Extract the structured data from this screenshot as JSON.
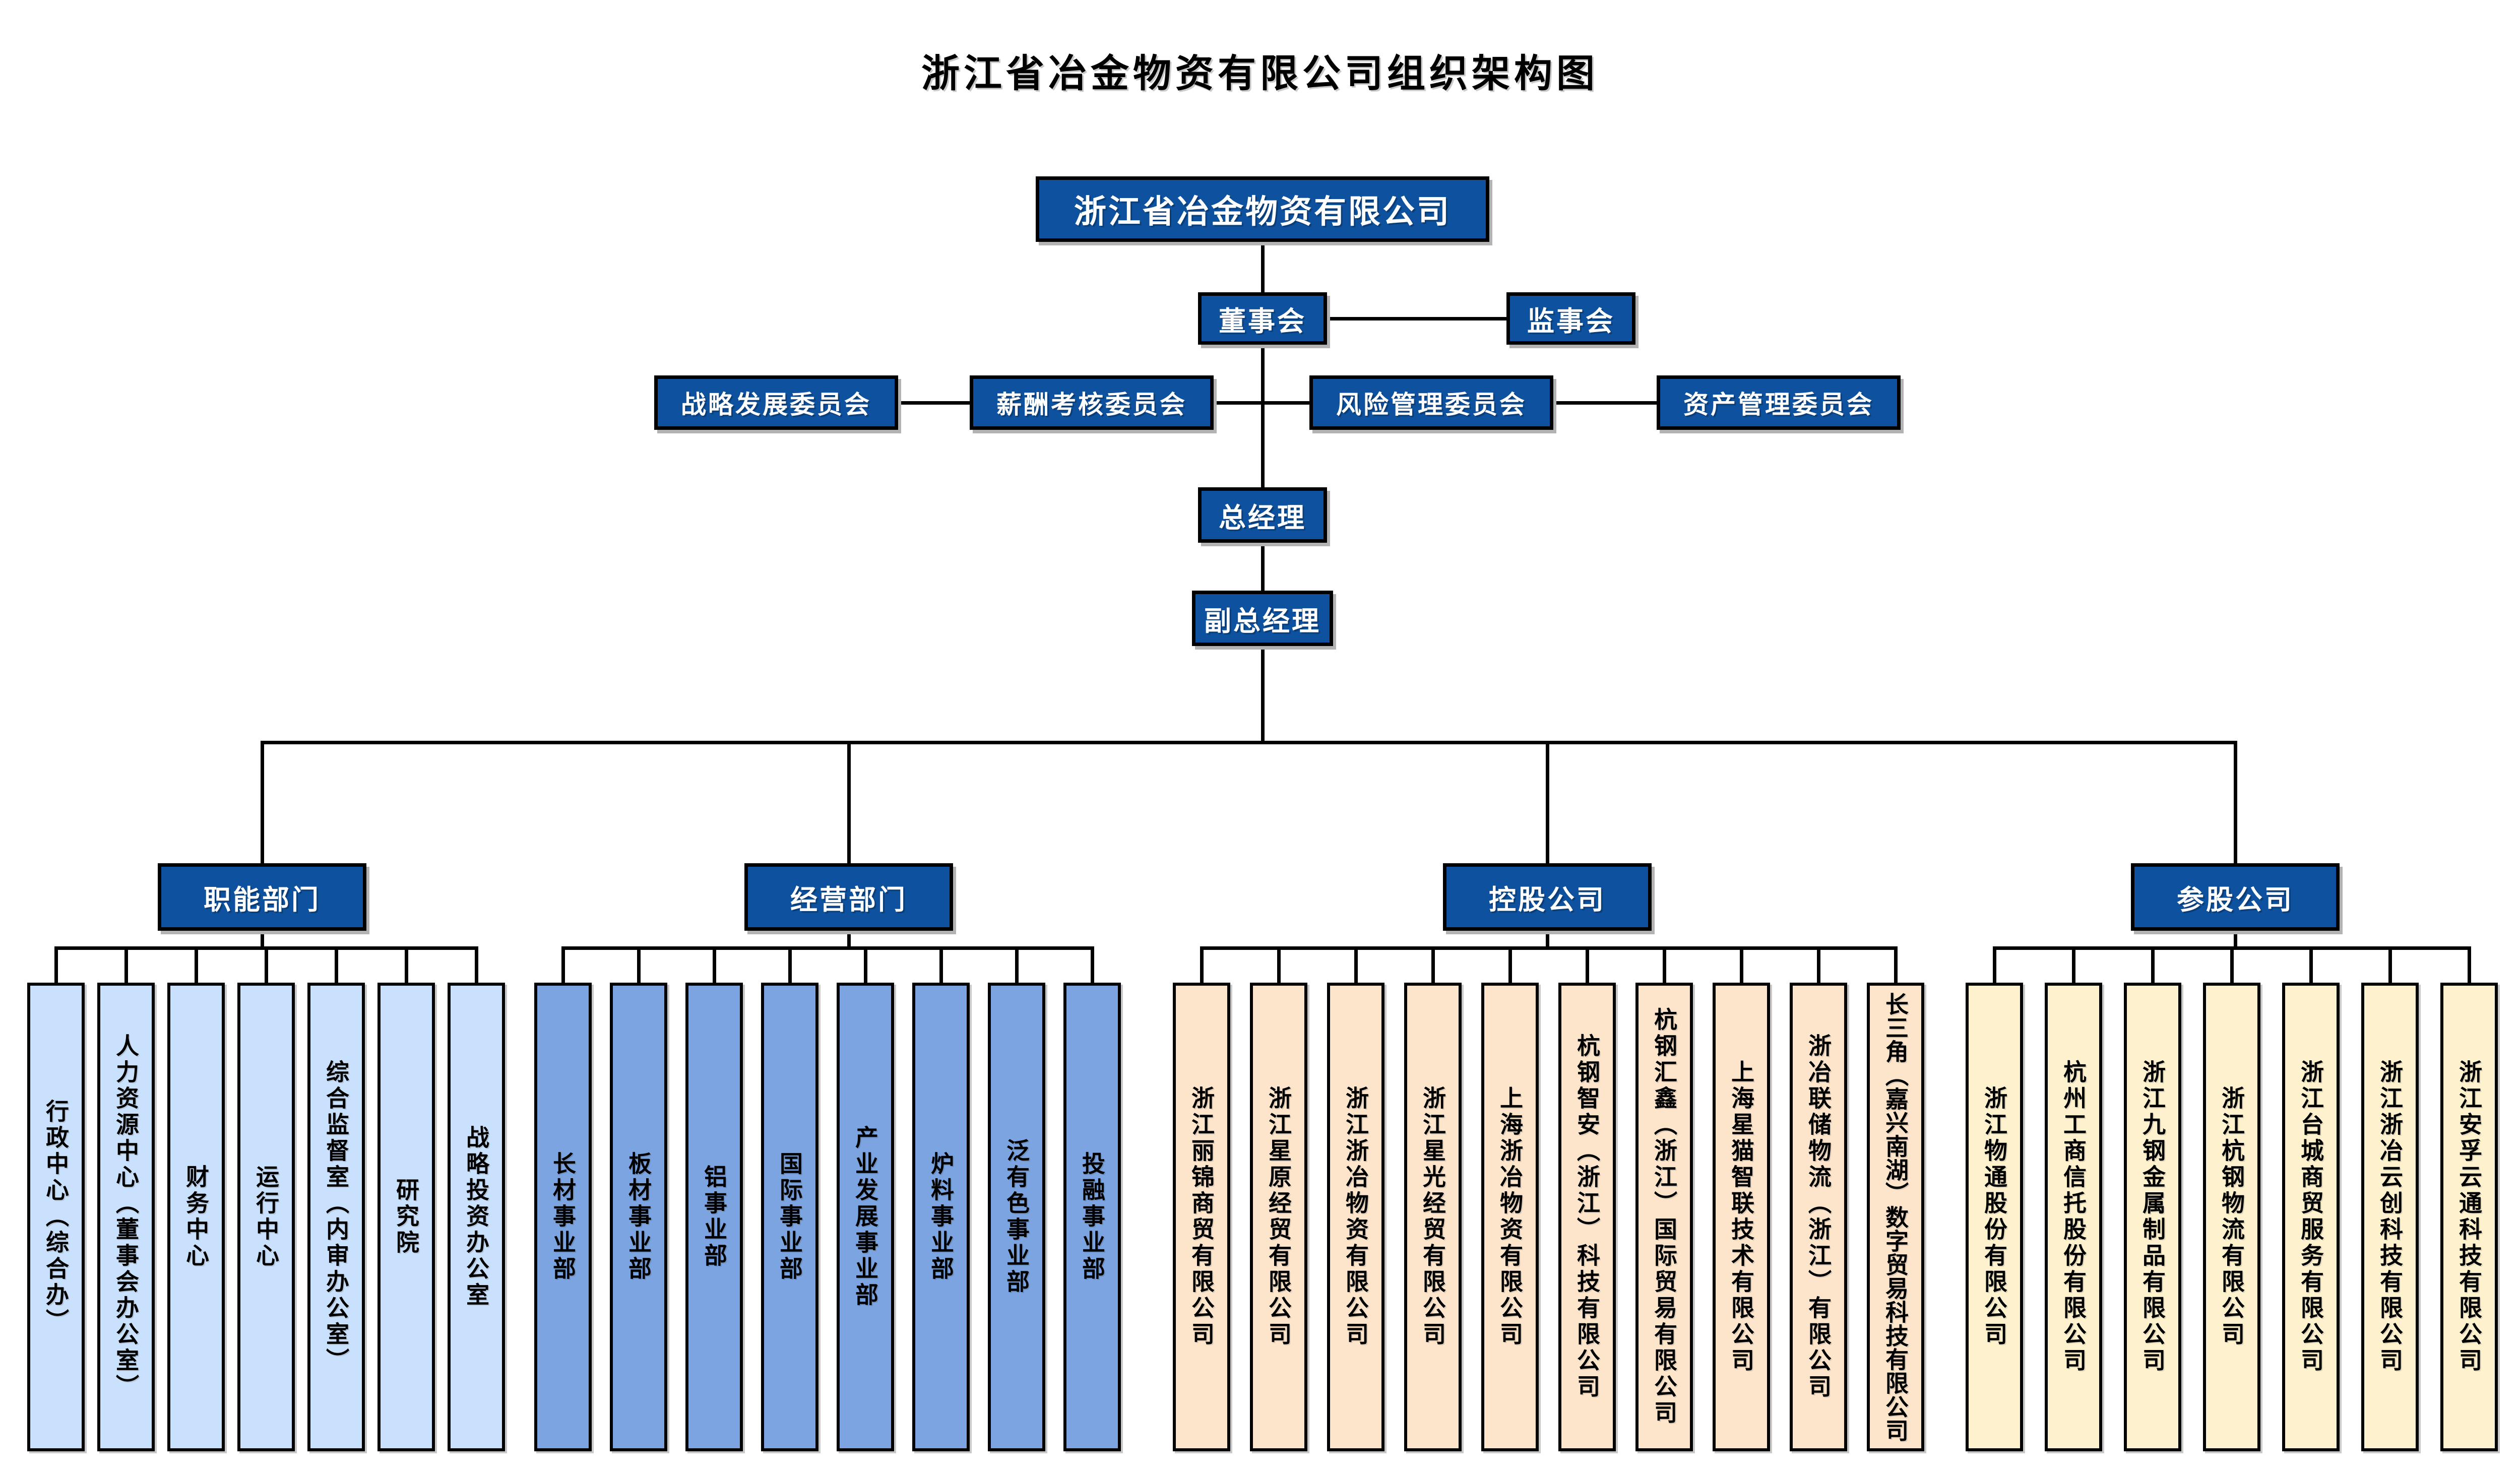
{
  "title": "浙江省冶金物资有限公司组织架构图",
  "colors": {
    "node_blue": "#0E529F",
    "node_text": "#ffffff",
    "line_black": "#000000",
    "functional_leaf": "#C9E1FC",
    "business_leaf": "#7BA4E0",
    "holding_leaf": "#FDE5CC",
    "invested_leaf": "#FEF2CE",
    "leaf_text": "#000000"
  },
  "root": {
    "label": "浙江省冶金物资有限公司"
  },
  "board": {
    "label": "董事会"
  },
  "supervisory": {
    "label": "监事会"
  },
  "committees": [
    {
      "label": "战略发展委员会"
    },
    {
      "label": "薪酬考核委员会"
    },
    {
      "label": "风险管理委员会"
    },
    {
      "label": "资产管理委员会"
    }
  ],
  "general_manager": {
    "label": "总经理"
  },
  "deputy_general_manager": {
    "label": "副总经理"
  },
  "branches": [
    {
      "id": "functional",
      "label": "职能部门",
      "leaves": [
        "行政中心（综合办）",
        "人力资源中心（董事会办公室）",
        "财务中心",
        "运行中心",
        "综合监督室（内审办公室）",
        "研究院",
        "战略投资办公室"
      ]
    },
    {
      "id": "business",
      "label": "经营部门",
      "leaves": [
        "长材事业部",
        "板材事业部",
        "铝事业部",
        "国际事业部",
        "产业发展事业部",
        "炉料事业部",
        "泛有色事业部",
        "投融事业部"
      ]
    },
    {
      "id": "holding",
      "label": "控股公司",
      "leaves": [
        "浙江丽锦商贸有限公司",
        "浙江星原经贸有限公司",
        "浙江浙冶物资有限公司",
        "浙江星光经贸有限公司",
        "上海浙冶物资有限公司",
        "杭钢智安（浙江）科技有限公司",
        "杭钢汇鑫（浙江）国际贸易有限公司",
        "上海星猫智联技术有限公司",
        "浙冶联储物流（浙江）有限公司",
        "长三角（嘉兴南湖）数字贸易科技有限公司"
      ]
    },
    {
      "id": "invested",
      "label": "参股公司",
      "leaves": [
        "浙江物通股份有限公司",
        "杭州工商信托股份有限公司",
        "浙江九钢金属制品有限公司",
        "浙江杭钢物流有限公司",
        "浙江台城商贸服务有限公司",
        "浙江浙冶云创科技有限公司",
        "浙江安孚云通科技有限公司"
      ]
    }
  ]
}
